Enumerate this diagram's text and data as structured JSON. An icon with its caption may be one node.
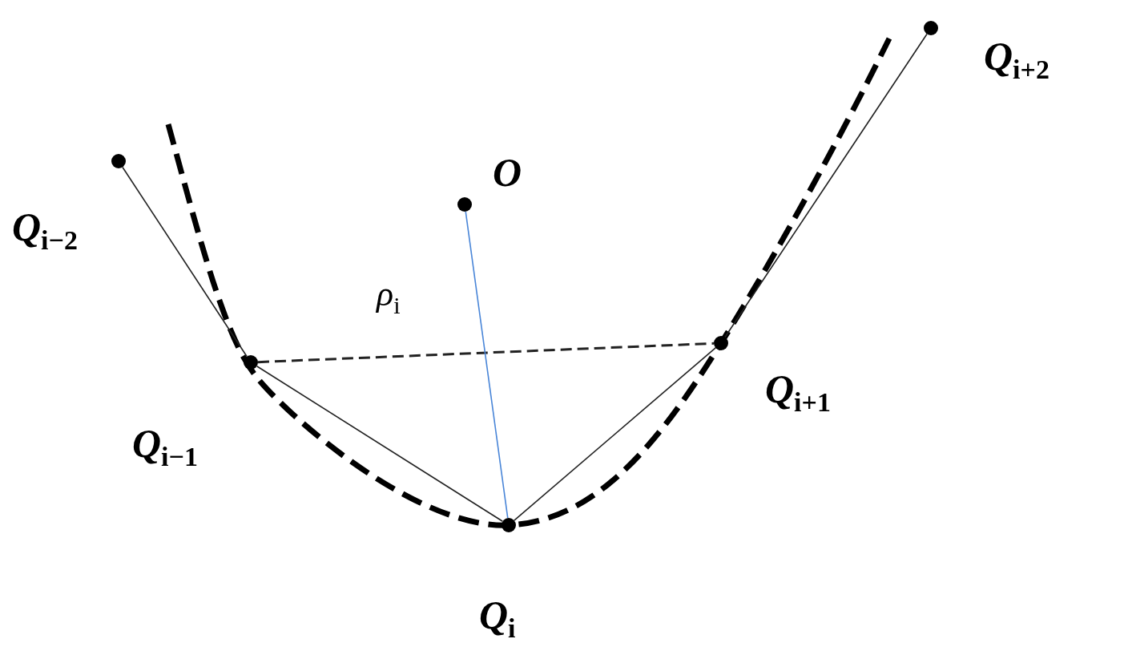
{
  "diagram": {
    "nodes": [
      {
        "text": [],
        "shape": "circle",
        "beside": [
          "Q$_{i−2}$"
        ]
      },
      {
        "text": [],
        "shape": "circle",
        "beside": [
          "Q$_{i−1}$"
        ]
      },
      {
        "text": [],
        "shape": "circle",
        "beside": [
          "Q$_{i}$"
        ]
      },
      {
        "text": [],
        "shape": "circle",
        "beside": [
          "Q$_{i+1}$"
        ]
      },
      {
        "text": [],
        "shape": "circle",
        "beside": [
          "Q$_{i+2}$"
        ]
      },
      {
        "text": [],
        "shape": "circle",
        "beside": [
          "O"
        ]
      }
    ],
    "edges": [
      {
        "from": 0,
        "to": 1,
        "arrow": "none"
      },
      {
        "from": 1,
        "to": 2,
        "arrow": "none"
      },
      {
        "from": 2,
        "to": 3,
        "arrow": "none"
      },
      {
        "from": 3,
        "to": 4,
        "arrow": "none"
      },
      {
        "from": 1,
        "to": 3,
        "arrow": "none",
        "style": "dashed"
      },
      {
        "from": 5,
        "to": 2,
        "arrow": "none",
        "label": "ρ$_{i}$",
        "color": "#4a86d8"
      }
    ]
  }
}
